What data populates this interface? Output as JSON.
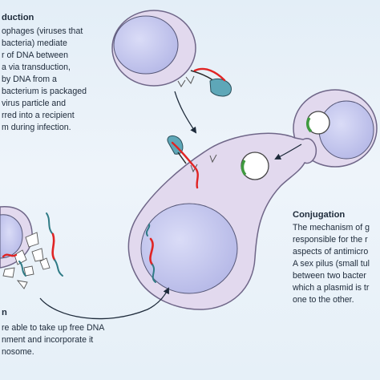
{
  "transduction": {
    "heading": "duction",
    "lines": [
      "ophages (viruses that",
      "bacteria) mediate",
      "r of DNA between",
      "a via transduction,",
      "by DNA from a",
      "bacterium is packaged",
      "virus particle and",
      "rred into a recipient",
      "m during infection."
    ]
  },
  "conjugation": {
    "heading": "Conjugation",
    "lines": [
      "The mechanism of g",
      "responsible for the r",
      "aspects of antimicro",
      "A sex pilus (small tul",
      "between two bacter",
      "which a plasmid is tr",
      "one to the other."
    ]
  },
  "transformation": {
    "heading": "n",
    "lines": [
      "re able to take up free DNA",
      "nment and incorporate it",
      "nosome."
    ]
  },
  "colors": {
    "background": "#e6f0f8",
    "cell_fill": "#e2d9ee",
    "cell_stroke": "#6f6688",
    "nucleoid_fill": "#c7c9ef",
    "dna_red": "#e02424",
    "dna_teal": "#2f7b86",
    "phage_fill": "#5ea7b8",
    "plasmid_green": "#3f9a3f"
  }
}
